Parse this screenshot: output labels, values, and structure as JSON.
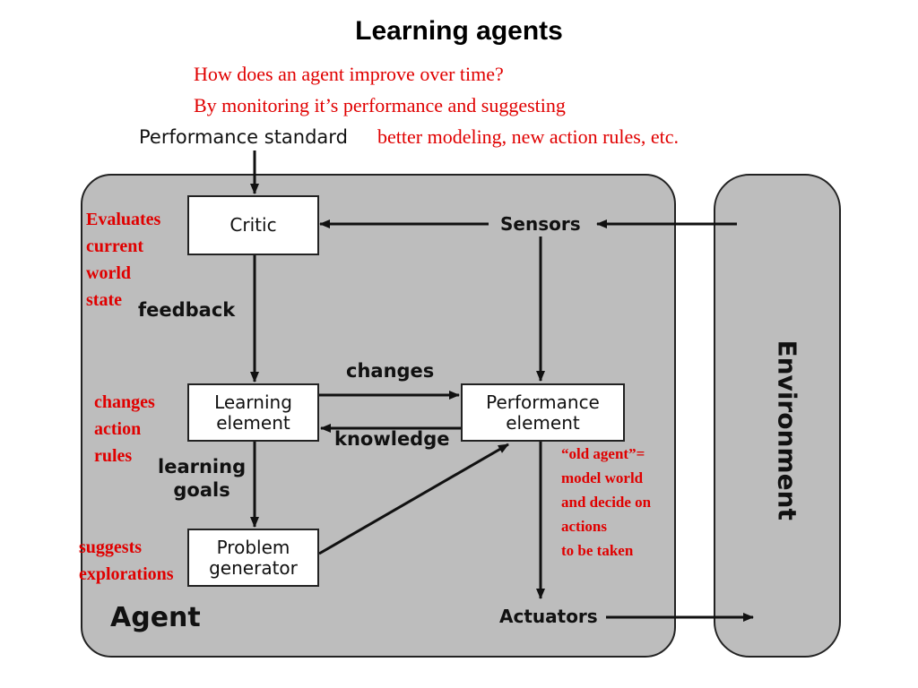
{
  "title": "Learning agents",
  "intro_lines": [
    "How does an agent improve over time?",
    "By monitoring it’s performance and suggesting",
    "better modeling, new action rules, etc."
  ],
  "performance_standard": "Performance standard",
  "boxes": {
    "critic": "Critic",
    "learning_element": [
      "Learning",
      "element"
    ],
    "performance_element": [
      "Performance",
      "element"
    ],
    "problem_generator": [
      "Problem",
      "generator"
    ]
  },
  "labels": {
    "sensors": "Sensors",
    "actuators": "Actuators",
    "environment": "Environment",
    "agent": "Agent",
    "feedback": "feedback",
    "changes": "changes",
    "knowledge": "knowledge",
    "learning_goals": [
      "learning",
      "goals"
    ]
  },
  "annotations": {
    "critic_note": [
      "Evaluates",
      "current",
      "world",
      "state"
    ],
    "learning_note": [
      "changes",
      "action",
      "rules"
    ],
    "generator_note": [
      "suggests",
      "explorations"
    ],
    "performance_note": [
      "“old agent”=",
      "model world",
      "and decide on",
      "actions",
      "to be taken"
    ]
  },
  "colors": {
    "annotation": "#e00000",
    "panel": "#bdbdbd",
    "line": "#111111"
  }
}
